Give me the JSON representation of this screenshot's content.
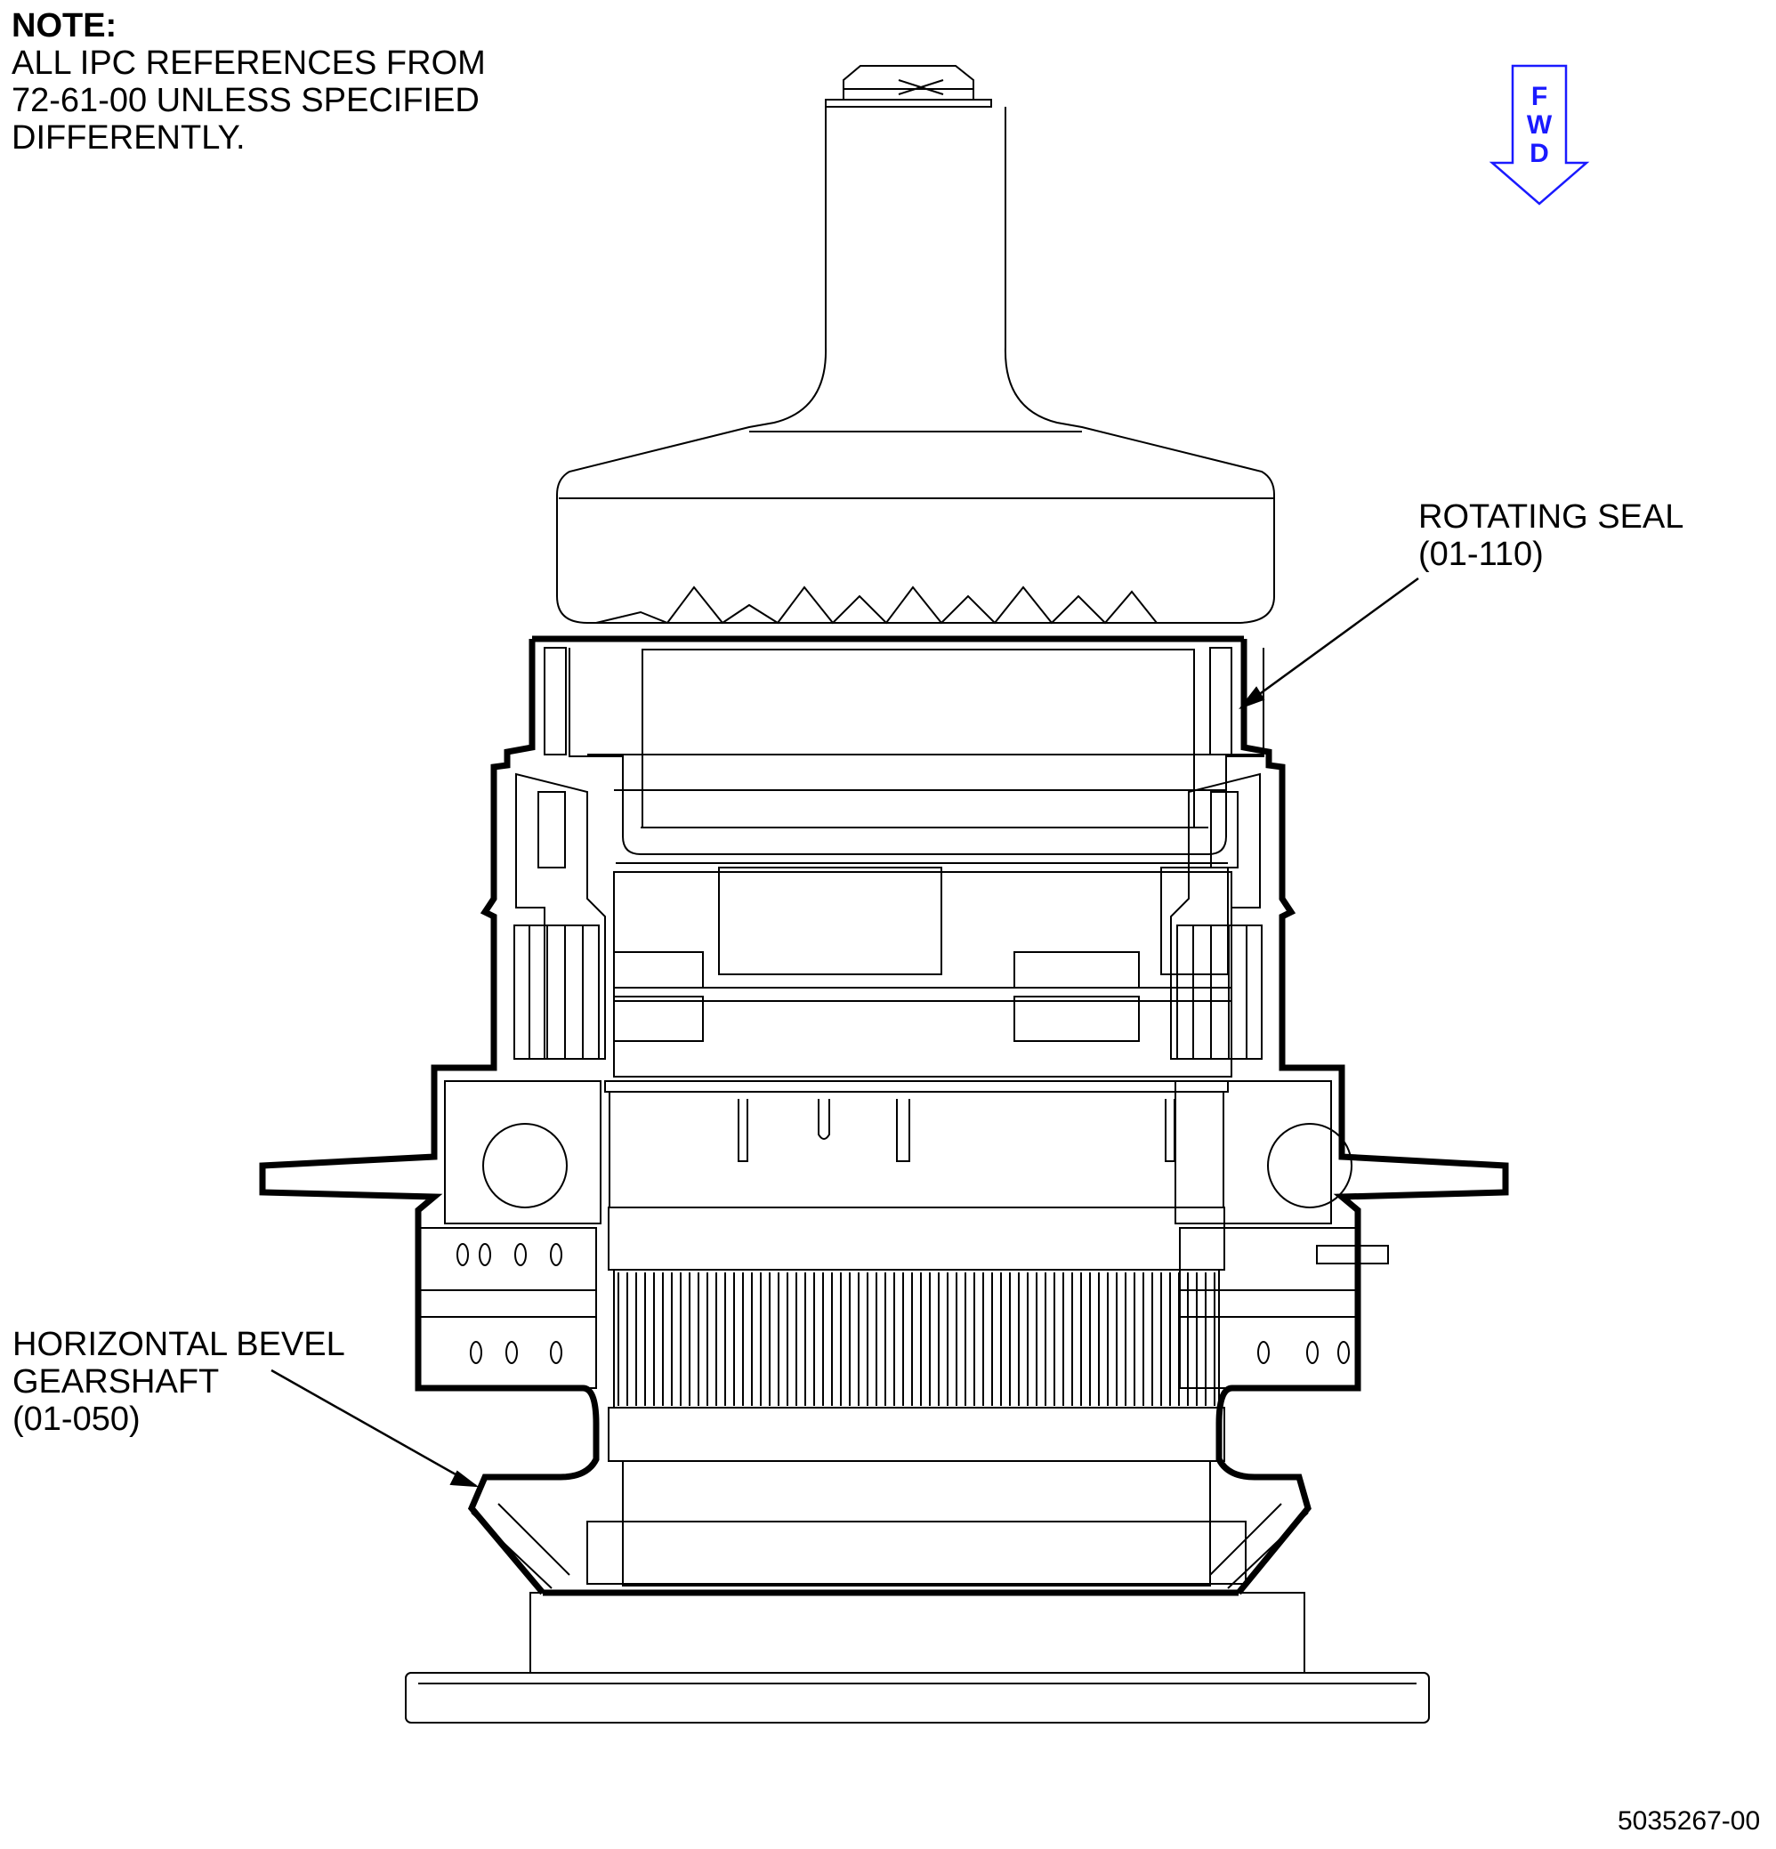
{
  "note": {
    "title": "NOTE:",
    "lines": [
      "ALL IPC REFERENCES FROM",
      "72-61-00 UNLESS SPECIFIED",
      "DIFFERENTLY."
    ]
  },
  "fwd_indicator": {
    "letters": [
      "F",
      "W",
      "D"
    ],
    "color": "#1a1aff",
    "icon": "fwd-arrow-down-icon"
  },
  "callouts": {
    "rotating_seal": {
      "lines": [
        "ROTATING SEAL",
        "(01-110)"
      ]
    },
    "bevel_gearshaft": {
      "lines": [
        "HORIZONTAL BEVEL",
        "GEARSHAFT",
        "(01-050)"
      ]
    }
  },
  "figure_number": "5035267-00",
  "colors": {
    "line": "#000000",
    "background": "#ffffff",
    "fwd": "#1a1aff"
  }
}
